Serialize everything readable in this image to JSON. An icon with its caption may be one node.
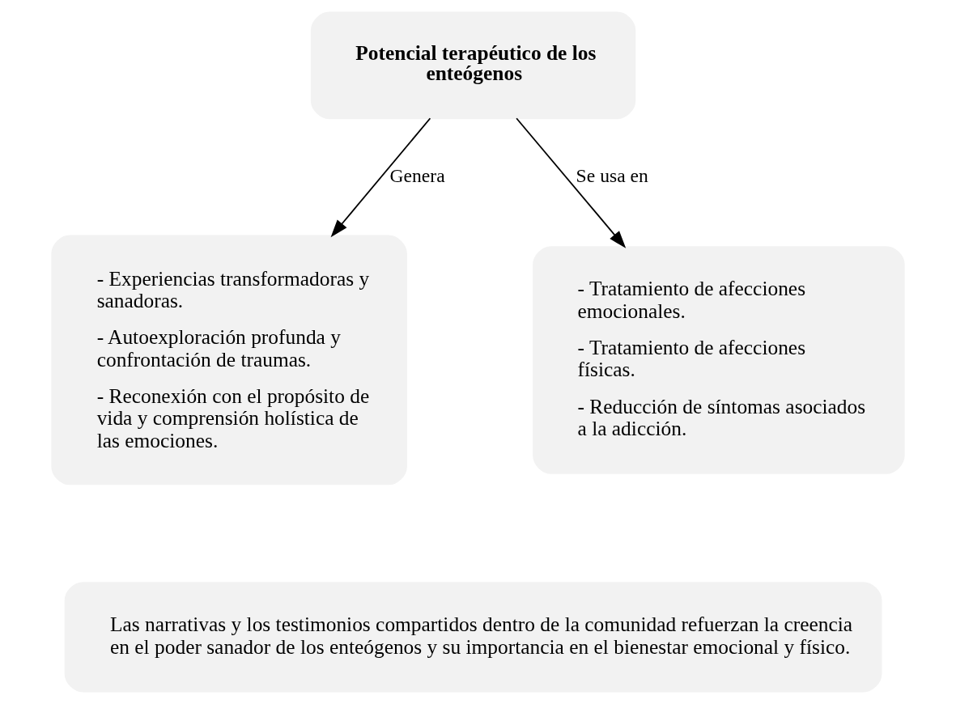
{
  "diagram": {
    "nodes": [
      {
        "text": [
          "Potencial terapéutico de los enteógenos"
        ]
      },
      {
        "text": [
          "- Experiencias transformadoras y sanadoras.",
          "- Autoexploración profunda y confrontación de traumas.",
          "- Reconexión con el propósito de vida y comprensión holística de las emociones."
        ]
      },
      {
        "text": [
          "- Tratamiento de afecciones emocionales.",
          "- Tratamiento de afecciones físicas.",
          "- Reducción de síntomas asociados a la adicción."
        ]
      },
      {
        "text": [
          "Las narrativas y los testimonios compartidos dentro de la comunidad refuerzan la creencia en el poder sanador de los enteógenos y su importancia en el bienestar emocional y físico."
        ]
      }
    ],
    "edges": [
      {
        "from": 0,
        "to": 1,
        "label": "Genera",
        "arrow": "to"
      },
      {
        "from": 0,
        "to": 2,
        "label": "Se usa en",
        "arrow": "to"
      }
    ]
  }
}
